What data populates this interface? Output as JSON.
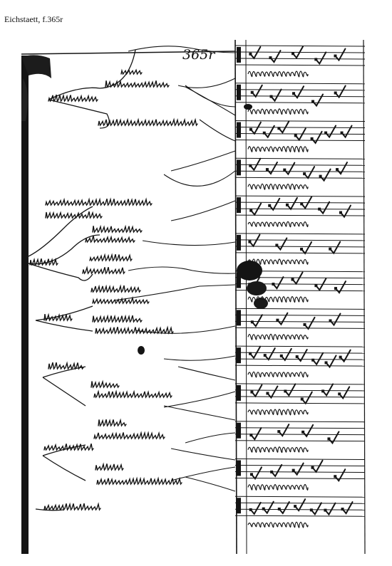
{
  "caption": "Eichstaett, f.365r",
  "folio_number": "365r",
  "ink_color": "#141414",
  "paper_color": "#ffffff",
  "staff_count": 13
}
